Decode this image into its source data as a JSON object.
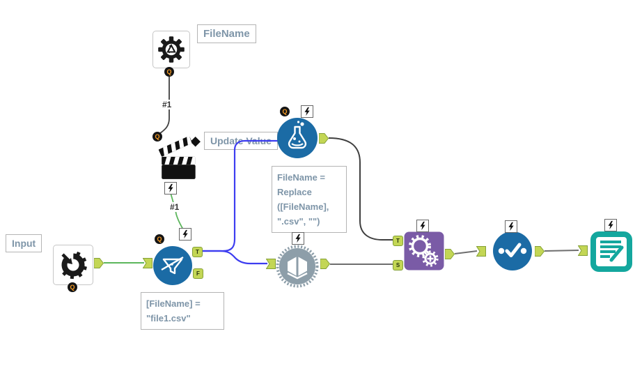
{
  "app": "workflow-canvas",
  "badges": {
    "q": "Q"
  },
  "connections": {
    "label1": "#1",
    "label2": "#1"
  },
  "anchors": {
    "filter_true": "T",
    "filter_false": "F",
    "purple_true": "T",
    "purple_source": "S"
  },
  "labels": {
    "filename": "FileName",
    "input": "Input",
    "update_value": "Update Value"
  },
  "annotations": {
    "filter": "[FileName] =\n\"file1.csv\"",
    "formula": "FileName =\nReplace\n([FileName],\n\".csv\", \"\")"
  },
  "colors": {
    "tool_blue": "#1b6ba5",
    "tool_purple": "#7a5ba6",
    "tool_teal": "#14a79e",
    "tool_gray": "#8d9ea9",
    "anchor_fill": "#c3d655",
    "anchor_border": "#84a036",
    "wire_blue": "#3d3df0",
    "wire_green": "#5cb65c",
    "wire_dark": "#3f3f3f",
    "wire_gray": "#6e6e6e",
    "annotation_text": "#7e95a8",
    "q_badge_letter": "#f59a23"
  }
}
